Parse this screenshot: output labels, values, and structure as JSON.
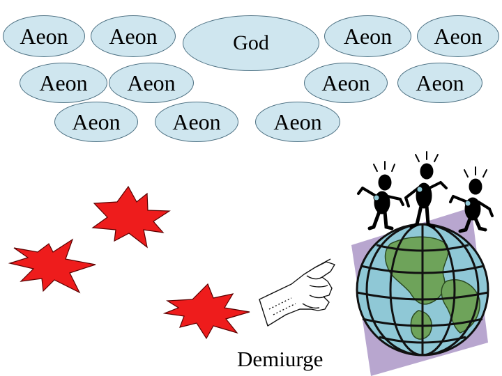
{
  "god": {
    "label": "God"
  },
  "aeons": [
    {
      "label": "Aeon"
    },
    {
      "label": "Aeon"
    },
    {
      "label": "Aeon"
    },
    {
      "label": "Aeon"
    },
    {
      "label": "Aeon"
    },
    {
      "label": "Aeon"
    },
    {
      "label": "Aeon"
    },
    {
      "label": "Aeon"
    },
    {
      "label": "Aeon"
    },
    {
      "label": "Aeon"
    },
    {
      "label": "Aeon"
    }
  ],
  "demiurge": {
    "label": "Demiurge"
  },
  "icons": [
    "starburst-icon",
    "hand-icon",
    "globe-icon",
    "stick-figure-icon"
  ],
  "colors": {
    "oval_fill": "#cfe6ef",
    "oval_stroke": "#4a6e80",
    "starburst": "#ee1c1c",
    "globe_ocean": "#8fc8d6",
    "globe_land": "#6ea35a",
    "backdrop": "#b8a6cf"
  }
}
